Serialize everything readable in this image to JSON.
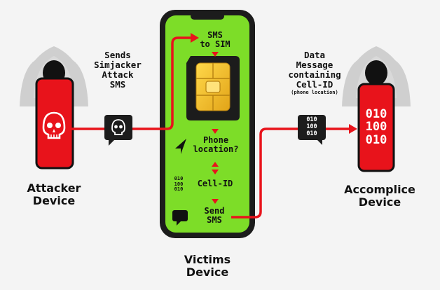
{
  "attacker": {
    "label_line1": "Attacker",
    "label_line2": "Device",
    "skull_icon": "skull-icon"
  },
  "accomplice": {
    "label_line1": "Accomplice",
    "label_line2": "Device",
    "binary_lines": [
      "010",
      "100",
      "010"
    ]
  },
  "victim": {
    "label_line1": "Victims",
    "label_line2": "Device"
  },
  "left_caption": [
    "Sends",
    "Simjacker",
    "Attack",
    "SMS"
  ],
  "right_caption": {
    "lines": [
      "Data",
      "Message",
      "containing",
      "Cell-ID"
    ],
    "note": "(phone location)"
  },
  "bubble_binary": [
    "010",
    "100",
    "010"
  ],
  "phone_steps": {
    "sms_to_sim": [
      "SMS",
      "to SIM"
    ],
    "phone_location": [
      "Phone",
      "location?"
    ],
    "cell_id": "Cell-ID",
    "cell_binary": [
      "010",
      "100",
      "010"
    ],
    "send_sms": [
      "Send",
      "SMS"
    ]
  },
  "colors": {
    "red": "#e8131b",
    "green": "#7ddd28",
    "phone_frame": "#1c1c1c",
    "hood": "#cfcfcf",
    "background": "#f4f4f4"
  }
}
